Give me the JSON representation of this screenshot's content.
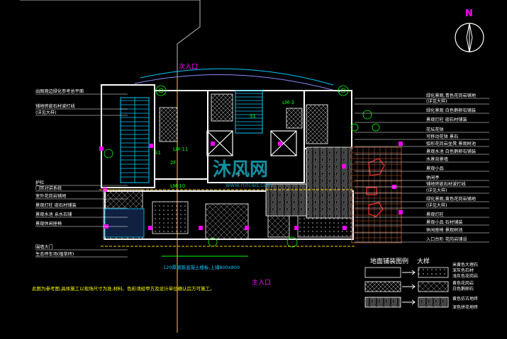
{
  "north_label": "N",
  "labels": {
    "secondary_entrance": "次入口",
    "main_entrance": "主入口",
    "dim_note": "120厚钢筋混凝土楼板,上铺800x800",
    "lm_11": "LM-11",
    "lm_10": "LM-10",
    "lm_3": "LM-3",
    "s1": "S1",
    "s1b": "S1",
    "f": "F",
    "zone_2f": "2F",
    "watermark_cn": "沐风网",
    "watermark_url": "www.mfcad.com"
  },
  "left_notes": [
    "出图周边绿化参考总平面",
    "铺地砖嵌石材波打线",
    "(详见大样)",
    "护栏",
    "门禁对讲系统",
    "室外花岗岩铺地",
    "景观灯柱 嵌石材铺装",
    "景观水池 亲水石铺",
    "景观休闲座椅",
    "围墙大门",
    "生态停车场(植草砖)"
  ],
  "right_notes": [
    "绿化景观,青色花岗岩铺地",
    "(详见大样)",
    "绿化景观 白色鹅卵石铺装",
    "景观灯柱 嵌石材铺装",
    "花坛花钵",
    "可移动花钵 景石",
    "弧形花岗岩坐凳 景观树池",
    "景观水池 白色鹅卵石铺装",
    "水景背景墙",
    "景观小品",
    "休闲亭",
    "铺地砖嵌石材波打线",
    "(详见大样)",
    "绿化景观,黄色花岗岩铺地",
    "(详见大样)",
    "景观灯柱",
    "景观小品 石材铺装",
    "休闲座椅 景观树池",
    "入口台阶 花岗岩铺设"
  ],
  "bottom_note": "此图为参考图,具体施工以现场尺寸为准,材料、色彩须经甲方及设计单位确认后方可施工。",
  "legend": {
    "title": "地面铺装图例",
    "title2": "大样",
    "items": [
      "米黄色大理石",
      "深灰色石材",
      "浅灰色花岗岩",
      "黄色花岗岩",
      "白色鹅卵石",
      "黄色仿古地砖",
      "深色拼花地砖"
    ]
  },
  "colors": {
    "background": "#000000",
    "wall": "#ffffff",
    "accent_magenta": "#ff00ff",
    "cyan": "#00c8ff",
    "green": "#00ff00",
    "red": "#ff3030",
    "yellow": "#ffff00",
    "orange": "#ff8000",
    "brown": "#a06040"
  }
}
